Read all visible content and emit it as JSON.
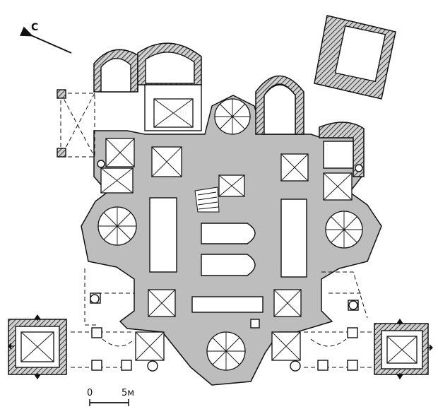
{
  "north_label": "С",
  "scale": {
    "zero": "0",
    "five": "5м"
  },
  "colors": {
    "background": "#ffffff",
    "ink": "#111111",
    "wall_fill": "#bdbdbd",
    "hatch": "#444444",
    "room_fill": "#ffffff"
  }
}
